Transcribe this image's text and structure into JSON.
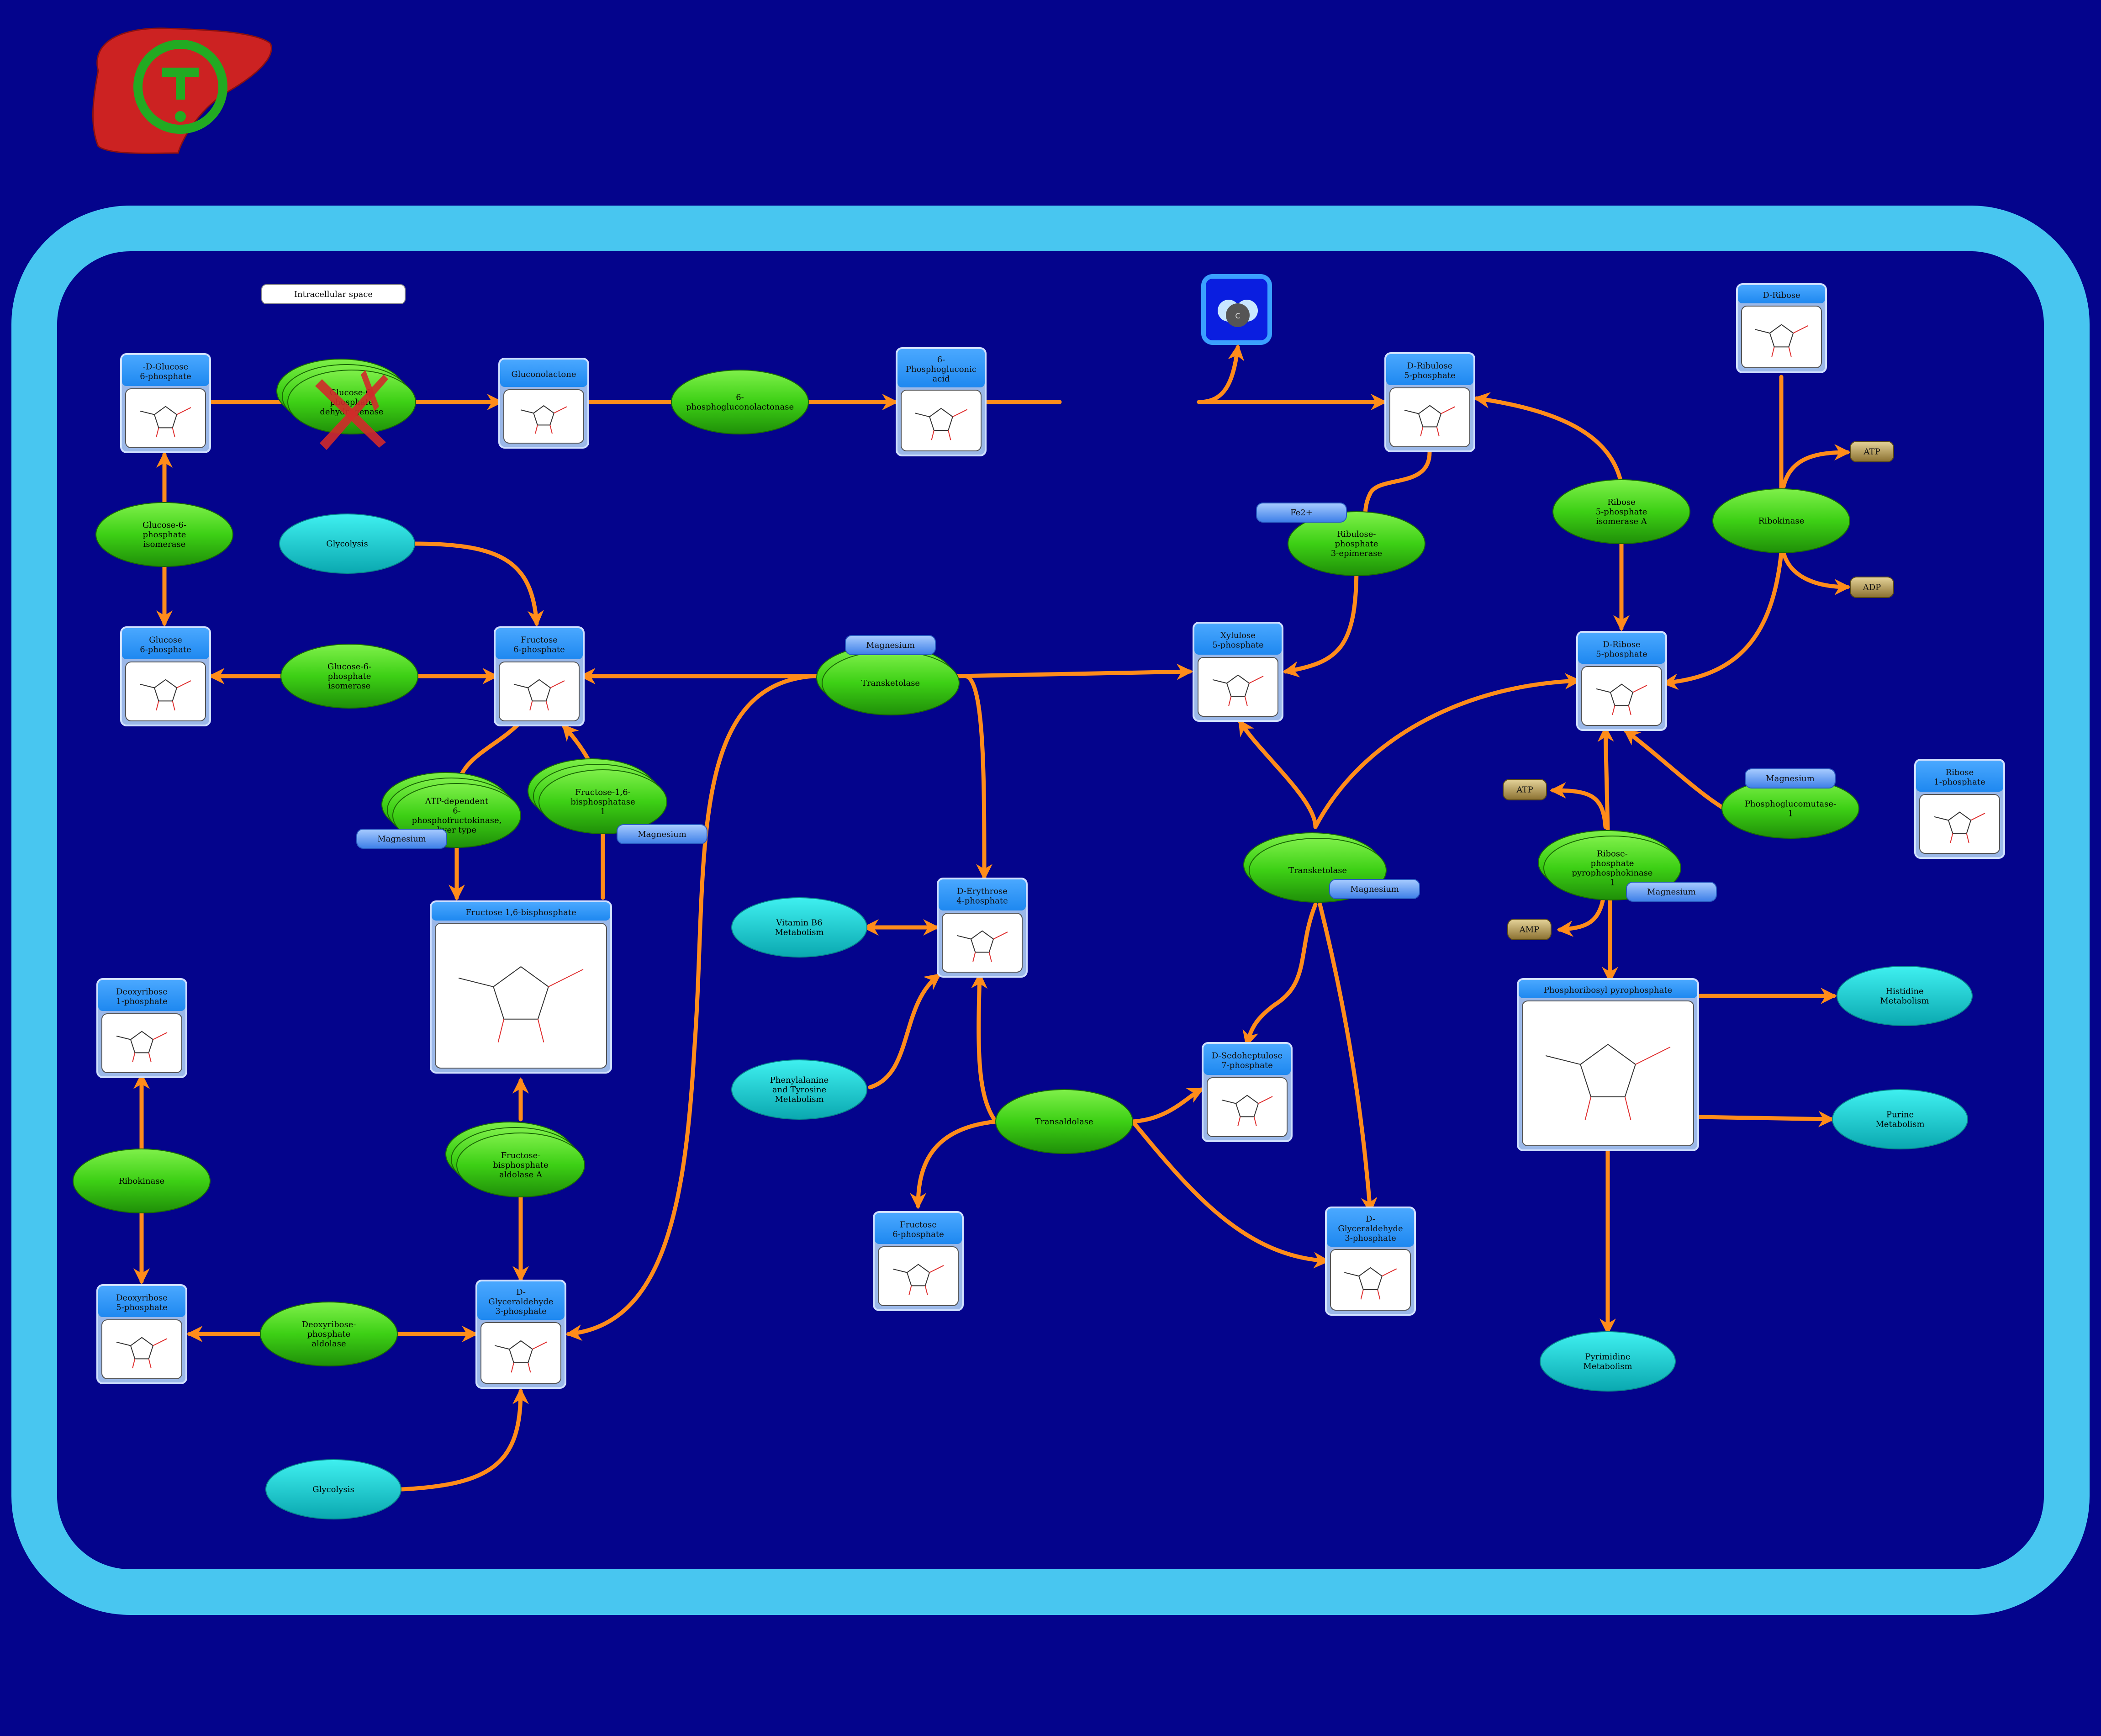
{
  "compartment": {
    "label": "Intracellular space"
  },
  "metabolites": {
    "glc6p_top": [
      "-D-Glucose",
      "6-phosphate"
    ],
    "gluconolactone": [
      "Gluconolactone"
    ],
    "pgluconic": [
      "6-",
      "Phosphogluconic",
      "acid"
    ],
    "ribulose5p": [
      "D-Ribulose",
      "5-phosphate"
    ],
    "dribose": [
      "D-Ribose"
    ],
    "glc6p": [
      "Glucose",
      "6-phosphate"
    ],
    "fru6p": [
      "Fructose",
      "6-phosphate"
    ],
    "xylulose5p": [
      "Xylulose",
      "5-phosphate"
    ],
    "ribose5p": [
      "D-Ribose",
      "5-phosphate"
    ],
    "fbp": [
      "Fructose 1,6-bisphosphate"
    ],
    "erythrose4p": [
      "D-Erythrose",
      "4-phosphate"
    ],
    "deoxyribose1p": [
      "Deoxyribose",
      "1-phosphate"
    ],
    "sedoheptulose7p": [
      "D-Sedoheptulose",
      "7-phosphate"
    ],
    "ribose1p": [
      "Ribose",
      "1-phosphate"
    ],
    "prpp": [
      "Phosphoribosyl pyrophosphate"
    ],
    "fru6p_b": [
      "Fructose",
      "6-phosphate"
    ],
    "gap_right": [
      "D-",
      "Glyceraldehyde",
      "3-phosphate"
    ],
    "deoxyribose5p": [
      "Deoxyribose",
      "5-phosphate"
    ],
    "gap_left": [
      "D-",
      "Glyceraldehyde",
      "3-phosphate"
    ]
  },
  "enzymes": {
    "g6pd": [
      "Glucose-6-",
      "phosphate",
      "dehydrogenase"
    ],
    "pgl": [
      "6-",
      "phosphogluconolactonase"
    ],
    "gpi_top": [
      "Glucose-6-",
      "phosphate",
      "isomerase"
    ],
    "gpi": [
      "Glucose-6-",
      "phosphate",
      "isomerase"
    ],
    "rpe": [
      "Ribulose-",
      "phosphate",
      "3-epimerase"
    ],
    "rpia": [
      "Ribose",
      "5-phosphate",
      "isomerase A"
    ],
    "rbks_top": [
      "Ribokinase"
    ],
    "tkt_top": [
      "Transketolase"
    ],
    "pfk": [
      "ATP-dependent",
      "6-",
      "phosphofructokinase,",
      "liver type"
    ],
    "fbp1": [
      "Fructose-1,6-",
      "bisphosphatase",
      "1"
    ],
    "tkt_mid": [
      "Transketolase"
    ],
    "prps": [
      "Ribose-",
      "phosphate",
      "pyrophosphokinase",
      "1"
    ],
    "pgm": [
      "Phosphoglucomutase-",
      "1"
    ],
    "rbks_left": [
      "Ribokinase"
    ],
    "aldoa": [
      "Fructose-",
      "bisphosphate",
      "aldolase A"
    ],
    "taldo": [
      "Transaldolase"
    ],
    "deoc": [
      "Deoxyribose-",
      "phosphate",
      "aldolase"
    ]
  },
  "pathways": {
    "glycolysis_top": [
      "Glycolysis"
    ],
    "vitb6": [
      "Vitamin B6",
      "Metabolism"
    ],
    "phetyr": [
      "Phenylalanine",
      "and Tyrosine",
      "Metabolism"
    ],
    "histidine": [
      "Histidine",
      "Metabolism"
    ],
    "purine": [
      "Purine",
      "Metabolism"
    ],
    "pyrimidine": [
      "Pyrimidine",
      "Metabolism"
    ],
    "glycolysis_bottom": [
      "Glycolysis"
    ]
  },
  "cofactors": {
    "magnesium": "Magnesium",
    "fe2": "Fe2+",
    "atp": "ATP",
    "adp": "ADP",
    "amp": "AMP"
  },
  "colors": {
    "background": "#04048c",
    "membrane": "#48c6f0",
    "edge": "#ff8c1a",
    "enzyme": "#33cc11",
    "pathway": "#10cccc",
    "metabolite_header": "#1e90ff",
    "cofactor": "#3d8ff0",
    "nucleotide": "#a08a40",
    "liver": "#cc2222",
    "condition_icon": "#22aa22"
  },
  "icons": [
    "liver-icon",
    "condition-icon",
    "co2-molecule-icon",
    "inhibition-cross-icon",
    "structure-diagram-icon"
  ]
}
